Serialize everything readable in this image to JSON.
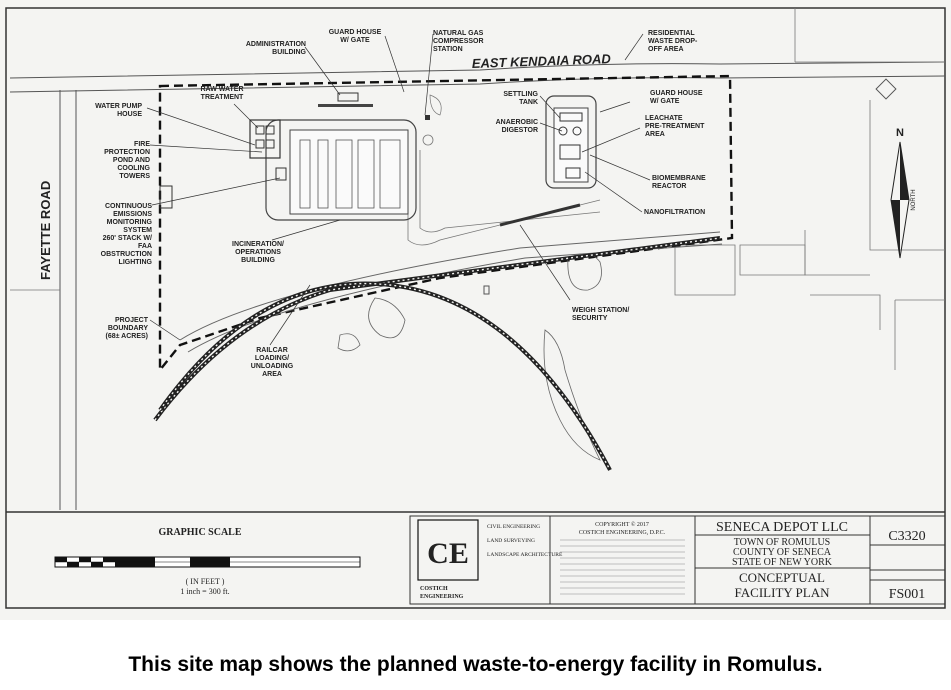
{
  "map": {
    "roads": {
      "east_kendaia": "EAST KENDAIA ROAD",
      "fayette": "FAYETTE ROAD"
    },
    "labels": {
      "administration": [
        "ADMINISTRATION",
        "BUILDING"
      ],
      "guard_house_top": [
        "GUARD HOUSE",
        "W/ GATE"
      ],
      "natural_gas": [
        "NATURAL GAS",
        "COMPRESSOR",
        "STATION"
      ],
      "residential_waste": [
        "RESIDENTIAL",
        "WASTE DROP-",
        "OFF AREA"
      ],
      "raw_water": [
        "RAW WATER",
        "TREATMENT"
      ],
      "water_pump": [
        "WATER PUMP",
        "HOUSE"
      ],
      "fire_protection": [
        "FIRE",
        "PROTECTION",
        "POND AND",
        "COOLING",
        "TOWERS"
      ],
      "cems": [
        "CONTINUOUS",
        "EMISSIONS",
        "MONITORING",
        "SYSTEM",
        "260' STACK W/",
        "FAA",
        "OBSTRUCTION",
        "LIGHTING"
      ],
      "project_boundary": [
        "PROJECT",
        "BOUNDARY",
        "(68± ACRES)"
      ],
      "incineration": [
        "INCINERATION/",
        "OPERATIONS",
        "BUILDING"
      ],
      "railcar": [
        "RAILCAR",
        "LOADING/",
        "UNLOADING",
        "AREA"
      ],
      "weigh_station": [
        "WEIGH STATION/",
        "SECURITY"
      ],
      "settling_tank": [
        "SETTLING",
        "TANK"
      ],
      "anaerobic": [
        "ANAEROBIC",
        "DIGESTOR"
      ],
      "guard_house_right": [
        "GUARD HOUSE",
        "W/ GATE"
      ],
      "leachate": [
        "LEACHATE",
        "PRE-TREATMENT",
        "AREA"
      ],
      "biomembrane": [
        "BIOMEMBRANE",
        "REACTOR"
      ],
      "nanofiltration": [
        "NANOFILTRATION"
      ]
    },
    "north": {
      "letter": "N",
      "word": "NORTH"
    }
  },
  "title_block": {
    "graphic_scale": "GRAPHIC SCALE",
    "in_feet": "( IN FEET )",
    "scale_note": "1 inch = 300 ft.",
    "firm_monogram": "CE",
    "firm_name": [
      "COSTICH",
      "ENGINEERING"
    ],
    "services": [
      "CIVIL ENGINEERING",
      "LAND SURVEYING",
      "LANDSCAPE ARCHITECTURE"
    ],
    "copyright": [
      "COPYRIGHT © 2017",
      "COSTICH ENGINEERING, D.P.C."
    ],
    "client": "SENECA DEPOT LLC",
    "location": [
      "TOWN OF ROMULUS",
      "COUNTY OF SENECA",
      "STATE OF NEW YORK"
    ],
    "drawing_title": [
      "CONCEPTUAL",
      "FACILITY PLAN"
    ],
    "project_no": "C3320",
    "sheet_no": "FS001"
  },
  "caption": "This site map shows the planned waste-to-energy facility in Romulus."
}
